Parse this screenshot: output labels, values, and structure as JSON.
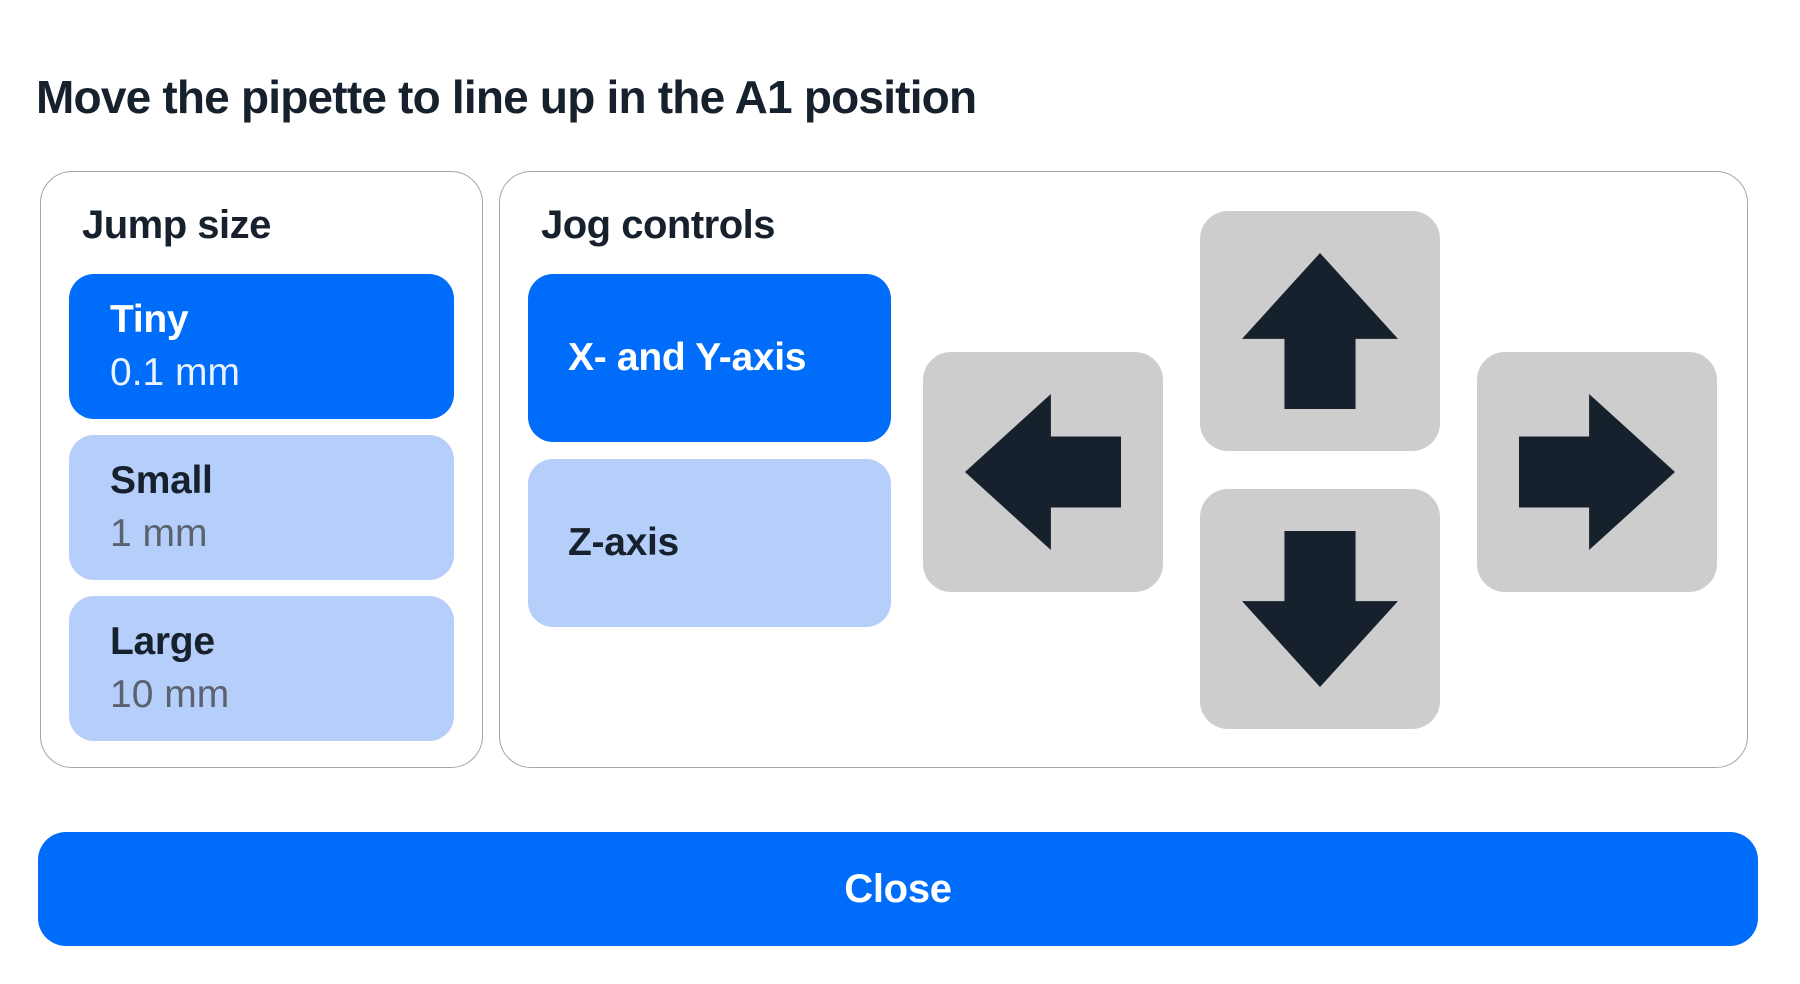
{
  "title": "Move the pipette to line up in the A1 position",
  "colors": {
    "accent_blue": "#006CFA",
    "light_blue": "#B5CEFA",
    "dark_navy": "#16212D",
    "gray_button": "#CDCDCE",
    "panel_border": "#A3A6AB"
  },
  "jump_size": {
    "label": "Jump size",
    "options": [
      {
        "name": "Tiny",
        "value": "0.1 mm",
        "selected": true
      },
      {
        "name": "Small",
        "value": "1 mm",
        "selected": false
      },
      {
        "name": "Large",
        "value": "10 mm",
        "selected": false
      }
    ]
  },
  "jog_controls": {
    "label": "Jog controls",
    "axis_options": [
      {
        "label": "X- and Y-axis",
        "selected": true
      },
      {
        "label": "Z-axis",
        "selected": false
      }
    ],
    "arrows": [
      {
        "direction": "up"
      },
      {
        "direction": "left"
      },
      {
        "direction": "down"
      },
      {
        "direction": "right"
      }
    ]
  },
  "close_button": {
    "label": "Close"
  }
}
